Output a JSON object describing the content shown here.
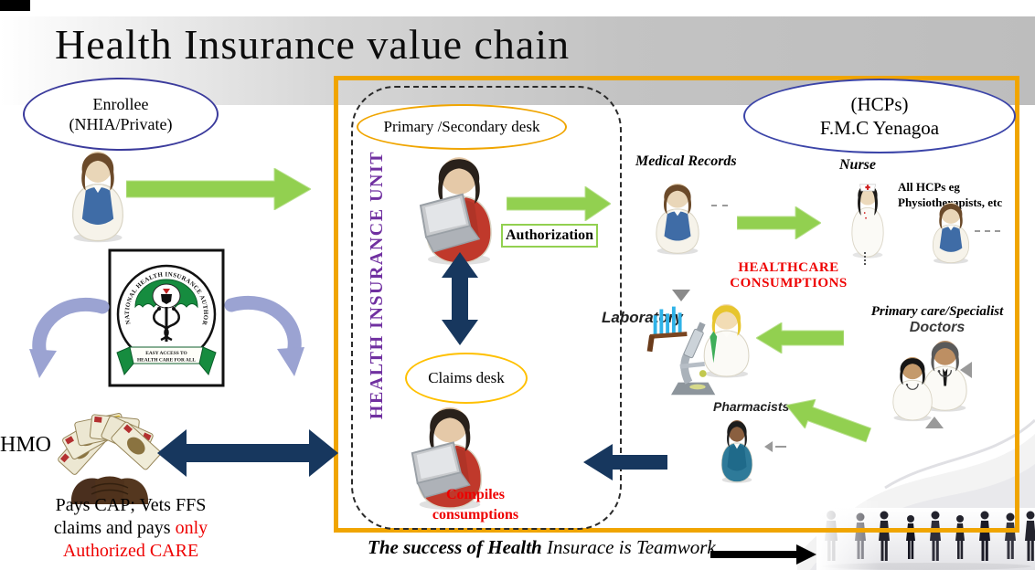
{
  "title": "Health Insurance value chain",
  "enrollee": {
    "line1": "Enrollee",
    "line2": "(NHIA/Private)"
  },
  "nhia": {
    "ring": "NATIONAL HEALTH INSURANCE AUTHORITY",
    "ribbon1": "EASY ACCESS TO",
    "ribbon2": "HEALTH CARE FOR ALL"
  },
  "hmo": {
    "label": "HMO",
    "pays_line1": "Pays CAP; Vets FFS",
    "pays_line2_black": "claims and pays ",
    "pays_line2_red": "only",
    "pays_line3_red": "Authorized CARE"
  },
  "hiu": {
    "unit_label": "HEALTH INSURANCE UNIT",
    "primary_desk": "Primary /Secondary desk",
    "authorization": "Authorization",
    "claims_desk": "Claims desk",
    "compiles_line1": "Compiles",
    "compiles_line2": "consumptions"
  },
  "hcp": {
    "ellipse_line1": "(HCPs)",
    "ellipse_line2": "F.M.C Yenagoa",
    "medical_records": "Medical Records",
    "nurse": "Nurse",
    "all_hcps_line1": "All HCPs eg",
    "all_hcps_line2": "Physiotherapists, etc",
    "consumptions_line1": "HEALTHCARE",
    "consumptions_line2": "CONSUMPTIONS",
    "laboratory": "Laboratory",
    "doctors_line1": "Primary care/Specialist",
    "doctors_line2": "Doctors",
    "pharmacists": "Pharmacists"
  },
  "footer": {
    "bold_part": "The success of Health",
    "rest_part": " Insurace is Teamwork"
  },
  "colors": {
    "gold": "#F0A500",
    "navy": "#17375E",
    "green": "#92D050",
    "purple": "#7030A0",
    "red": "#EE0000",
    "periwinkle": "#9BA3D2",
    "ellipse_blue": "#3B44A8"
  }
}
